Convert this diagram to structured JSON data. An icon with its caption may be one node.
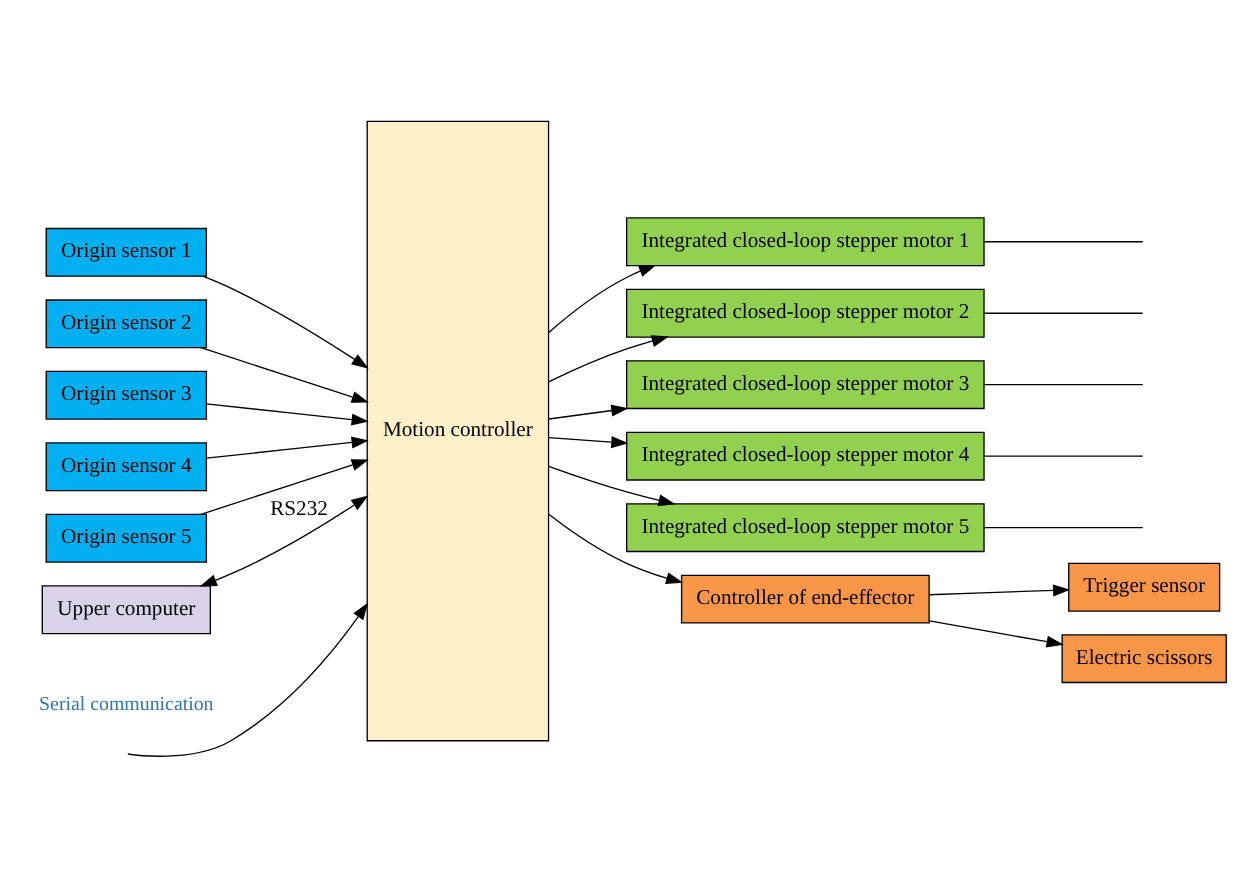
{
  "diagram": {
    "nodes": [
      {
        "text": [
          "Origin sensor 1"
        ]
      },
      {
        "text": [
          "Origin sensor 2"
        ]
      },
      {
        "text": [
          "Origin sensor 3"
        ]
      },
      {
        "text": [
          "Origin sensor 4"
        ]
      },
      {
        "text": [
          "Origin sensor 5"
        ]
      },
      {
        "text": [
          "Motion controller"
        ]
      },
      {
        "text": [
          "Integrated closed-loop stepper motor 1"
        ]
      },
      {
        "text": [
          "Integrated closed-loop stepper motor 2"
        ]
      },
      {
        "text": [
          "Integrated closed-loop stepper motor 3"
        ]
      },
      {
        "text": [
          "Integrated closed-loop stepper motor 4"
        ]
      },
      {
        "text": [
          "Integrated closed-loop stepper motor 5"
        ]
      },
      {
        "text": [
          "Upper computer"
        ]
      },
      {
        "text": [
          "Controller of end-effector"
        ]
      },
      {
        "text": [
          "Trigger sensor"
        ]
      },
      {
        "text": [
          "Electric scissors"
        ]
      }
    ],
    "edges": [
      {
        "from": 0,
        "to": 5,
        "arrow": "to"
      },
      {
        "from": 1,
        "to": 5,
        "arrow": "to"
      },
      {
        "from": 2,
        "to": 5,
        "arrow": "to"
      },
      {
        "from": 3,
        "to": 5,
        "arrow": "to"
      },
      {
        "from": 4,
        "to": 5,
        "arrow": "to"
      },
      {
        "from": 5,
        "to": 6,
        "arrow": "to"
      },
      {
        "from": 5,
        "to": 7,
        "arrow": "to"
      },
      {
        "from": 5,
        "to": 8,
        "arrow": "to"
      },
      {
        "from": 5,
        "to": 9,
        "arrow": "to"
      },
      {
        "from": 5,
        "to": 10,
        "arrow": "to"
      },
      {
        "from": 6,
        "to": null,
        "arrow": "none"
      },
      {
        "from": 7,
        "to": null,
        "arrow": "none"
      },
      {
        "from": 8,
        "to": null,
        "arrow": "none"
      },
      {
        "from": 9,
        "to": null,
        "arrow": "none"
      },
      {
        "from": 10,
        "to": null,
        "arrow": "none"
      },
      {
        "from": null,
        "to": 5,
        "arrow": "to"
      },
      {
        "from": 11,
        "to": 5,
        "arrow": "both",
        "label": "RS232"
      },
      {
        "from": 5,
        "to": 12,
        "arrow": "to"
      },
      {
        "from": 12,
        "to": 13,
        "arrow": "to"
      },
      {
        "from": 12,
        "to": 14,
        "arrow": "to"
      }
    ],
    "labels": [
      "Serial communication"
    ]
  }
}
